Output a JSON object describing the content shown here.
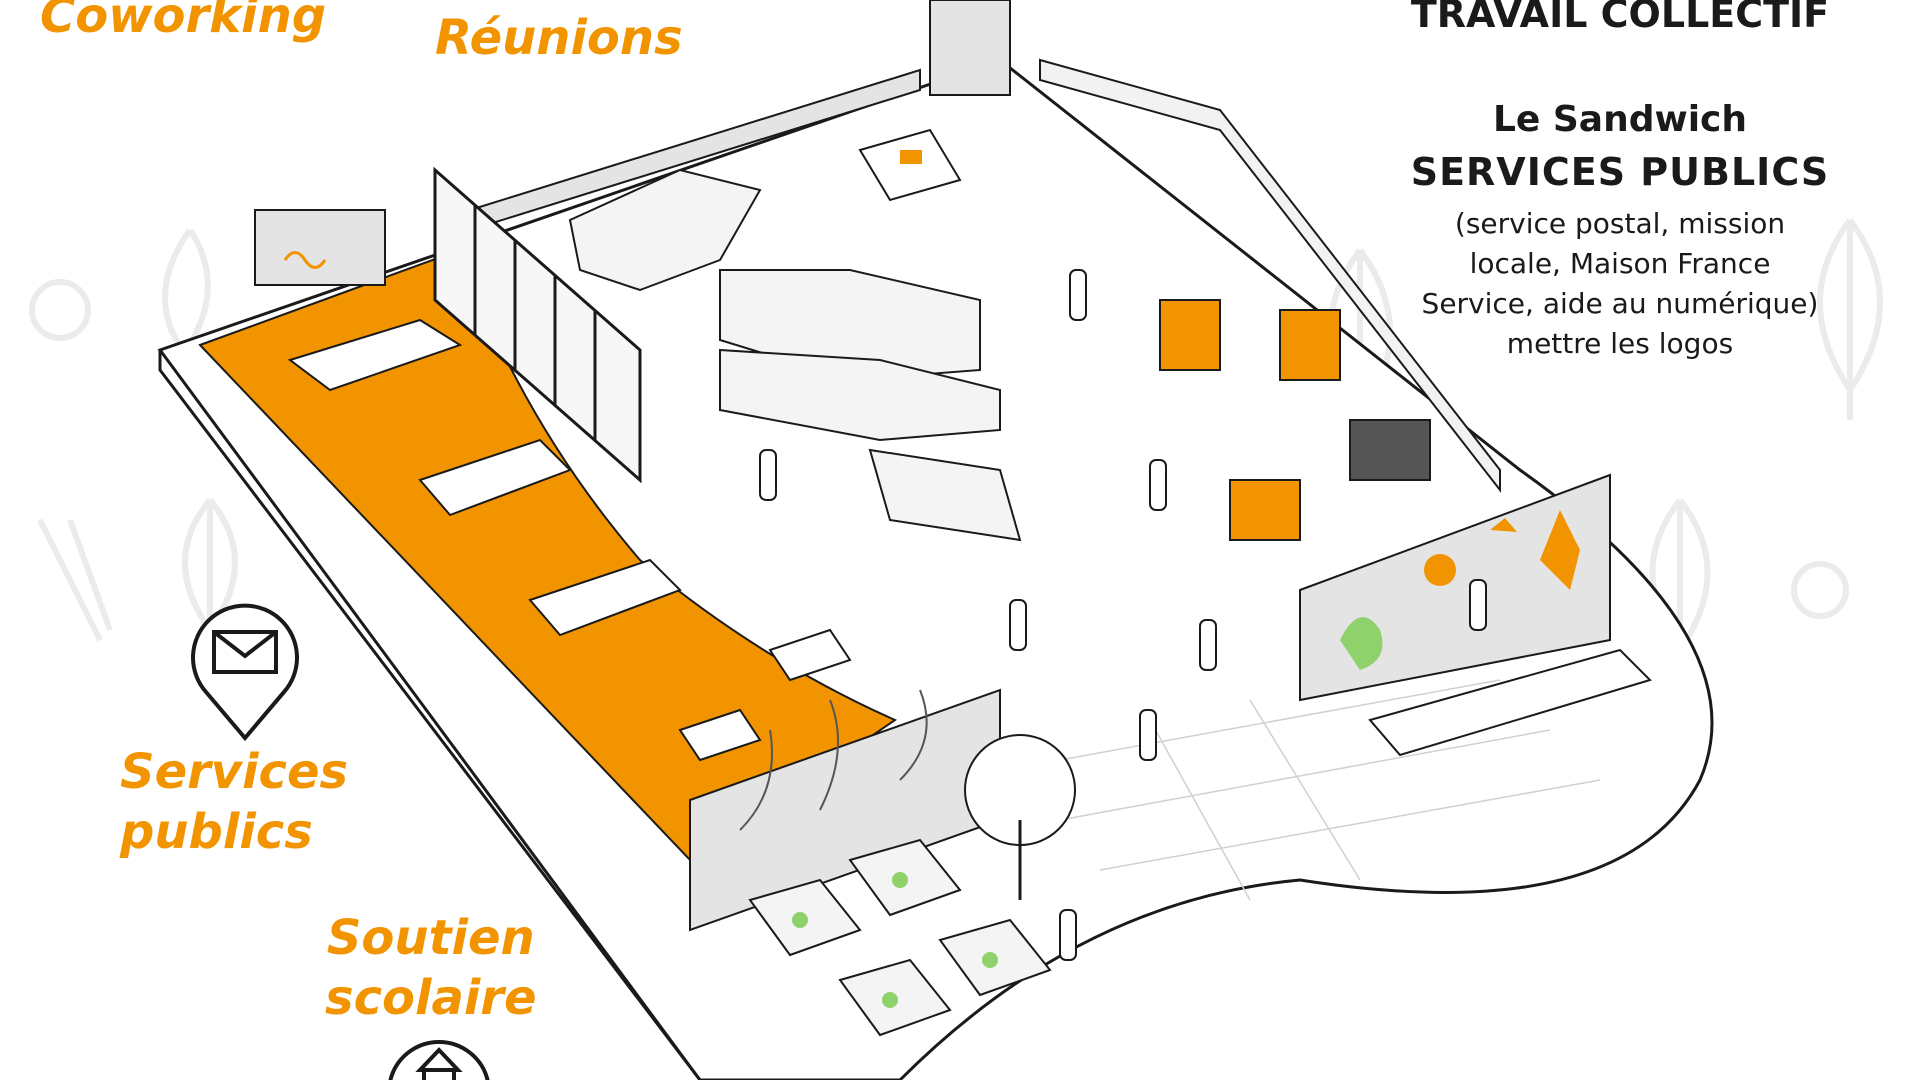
{
  "labels": {
    "coworking": "Coworking",
    "reunions": "Réunions",
    "services_publics": [
      "Services",
      "publics"
    ],
    "soutien_scolaire": [
      "Soutien",
      "scolaire"
    ]
  },
  "info": {
    "heading": "TRAVAIL COLLECTIF",
    "org": "Le Sandwich",
    "service": "SERVICES PUBLICS",
    "description": [
      "(service postal, mission",
      "locale, Maison France",
      "Service, aide au numérique)",
      "mettre les logos"
    ]
  },
  "colors": {
    "accent": "#f29400",
    "line": "#1a1a1a",
    "wall": "#e4e4e4",
    "floor": "#ffffff",
    "bg_sketch": "#ececec"
  },
  "icons": [
    "mail-pin-icon",
    "school-pin-icon"
  ]
}
